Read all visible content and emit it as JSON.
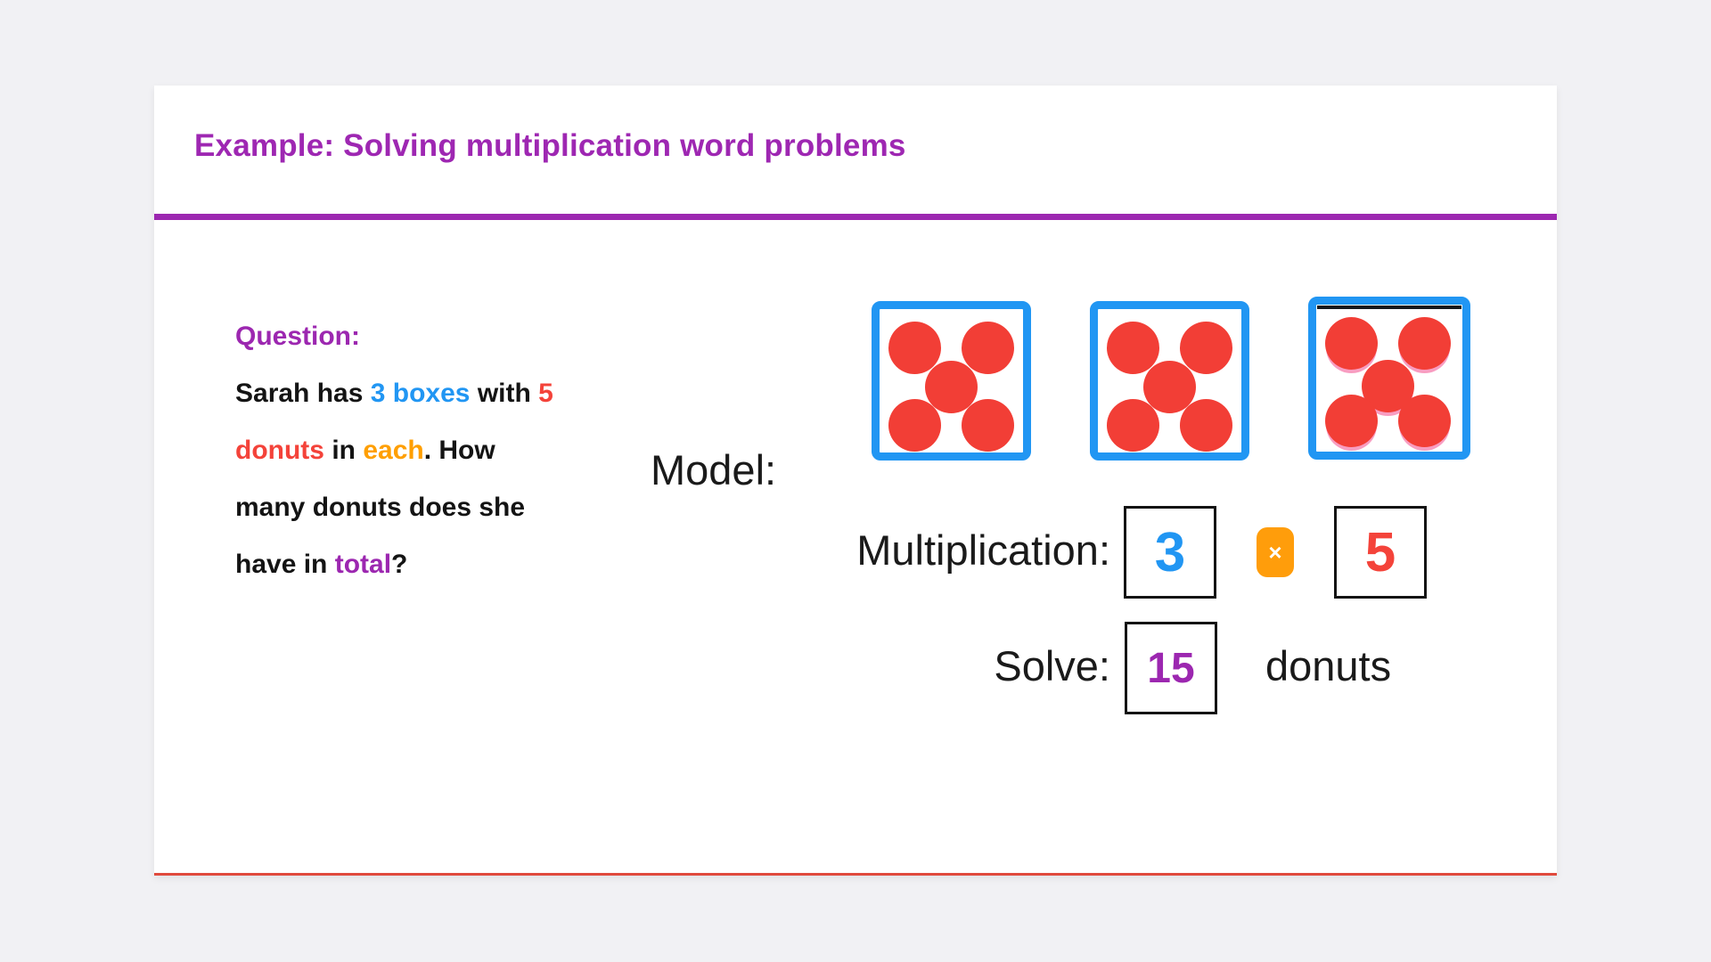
{
  "header": {
    "title": "Example: Solving multiplication word problems"
  },
  "question": {
    "label": "Question:",
    "lines": [
      [
        {
          "t": "Sarah has ",
          "c": "black"
        },
        {
          "t": "3 boxes",
          "c": "blue"
        },
        {
          "t": " with ",
          "c": "black"
        },
        {
          "t": "5",
          "c": "red"
        }
      ],
      [
        {
          "t": "donuts",
          "c": "red"
        },
        {
          "t": " in ",
          "c": "black"
        },
        {
          "t": "each",
          "c": "orange"
        },
        {
          "t": ". How",
          "c": "black"
        }
      ],
      [
        {
          "t": "many donuts does she",
          "c": "black"
        }
      ],
      [
        {
          "t": "have in ",
          "c": "black"
        },
        {
          "t": "total",
          "c": "purple"
        },
        {
          "t": "?",
          "c": "black"
        }
      ]
    ]
  },
  "model": {
    "label": "Model:",
    "box_count": 3,
    "donuts_per_box": 5
  },
  "multiplication": {
    "label": "Multiplication:",
    "groups": "3",
    "operator": "×",
    "per_group": "5"
  },
  "solve": {
    "label": "Solve:",
    "answer": "15",
    "unit": "donuts"
  },
  "colors": {
    "accent_purple": "#9c27b0",
    "accent_blue": "#2196f3",
    "accent_red": "#f4433a",
    "accent_orange": "#ff9f00",
    "donut_red": "#f23e36",
    "box_border_blue": "#2196f3",
    "operator_chip_orange": "#ff9d0b",
    "card_bottom_line": "#e04a3d",
    "page_background": "#f1f1f4"
  }
}
